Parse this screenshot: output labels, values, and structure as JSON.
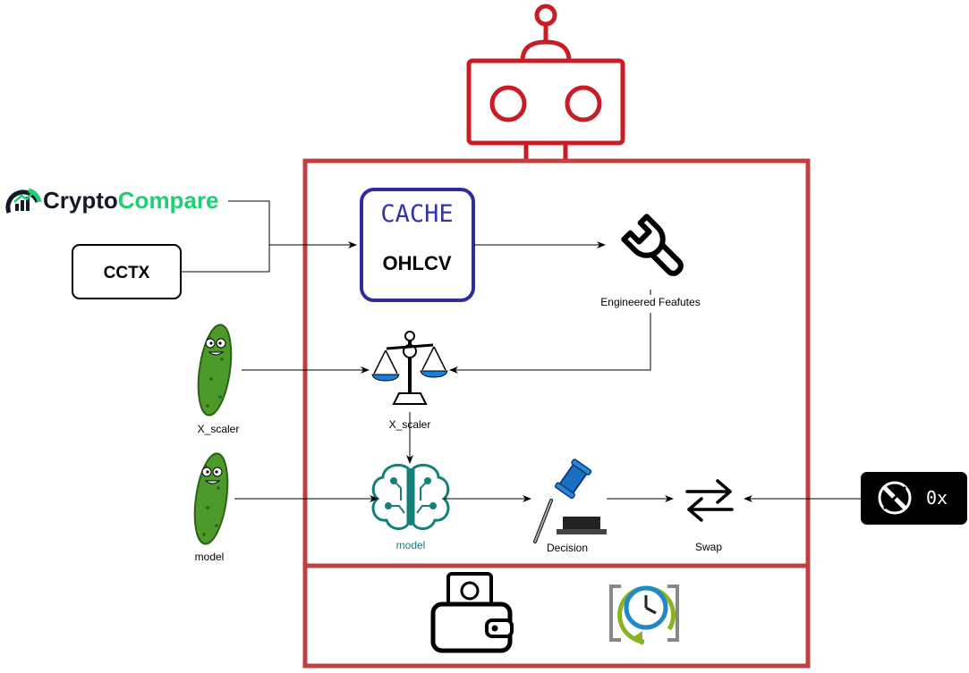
{
  "sources": {
    "cryptocompare": {
      "word1": "Crypto",
      "word2": "Compare"
    },
    "cctx": "CCTX",
    "zerox": "0x"
  },
  "cache": {
    "title": "CACHE",
    "subtitle": "OHLCV"
  },
  "labels": {
    "engineered_features": "Engineered Feafutes",
    "x_scaler_pickle": "X_scaler",
    "x_scaler_node": "X_scaler",
    "model_pickle": "model",
    "model_node": "model",
    "decision": "Decision",
    "swap": "Swap"
  },
  "colors": {
    "robot": "#c91c24",
    "frame": "#c0403f",
    "cache_border": "#2f2d9e",
    "brain": "#14807a",
    "cryptocompare_green": "#1fcf74",
    "scale_blue": "#1a7dd6"
  }
}
